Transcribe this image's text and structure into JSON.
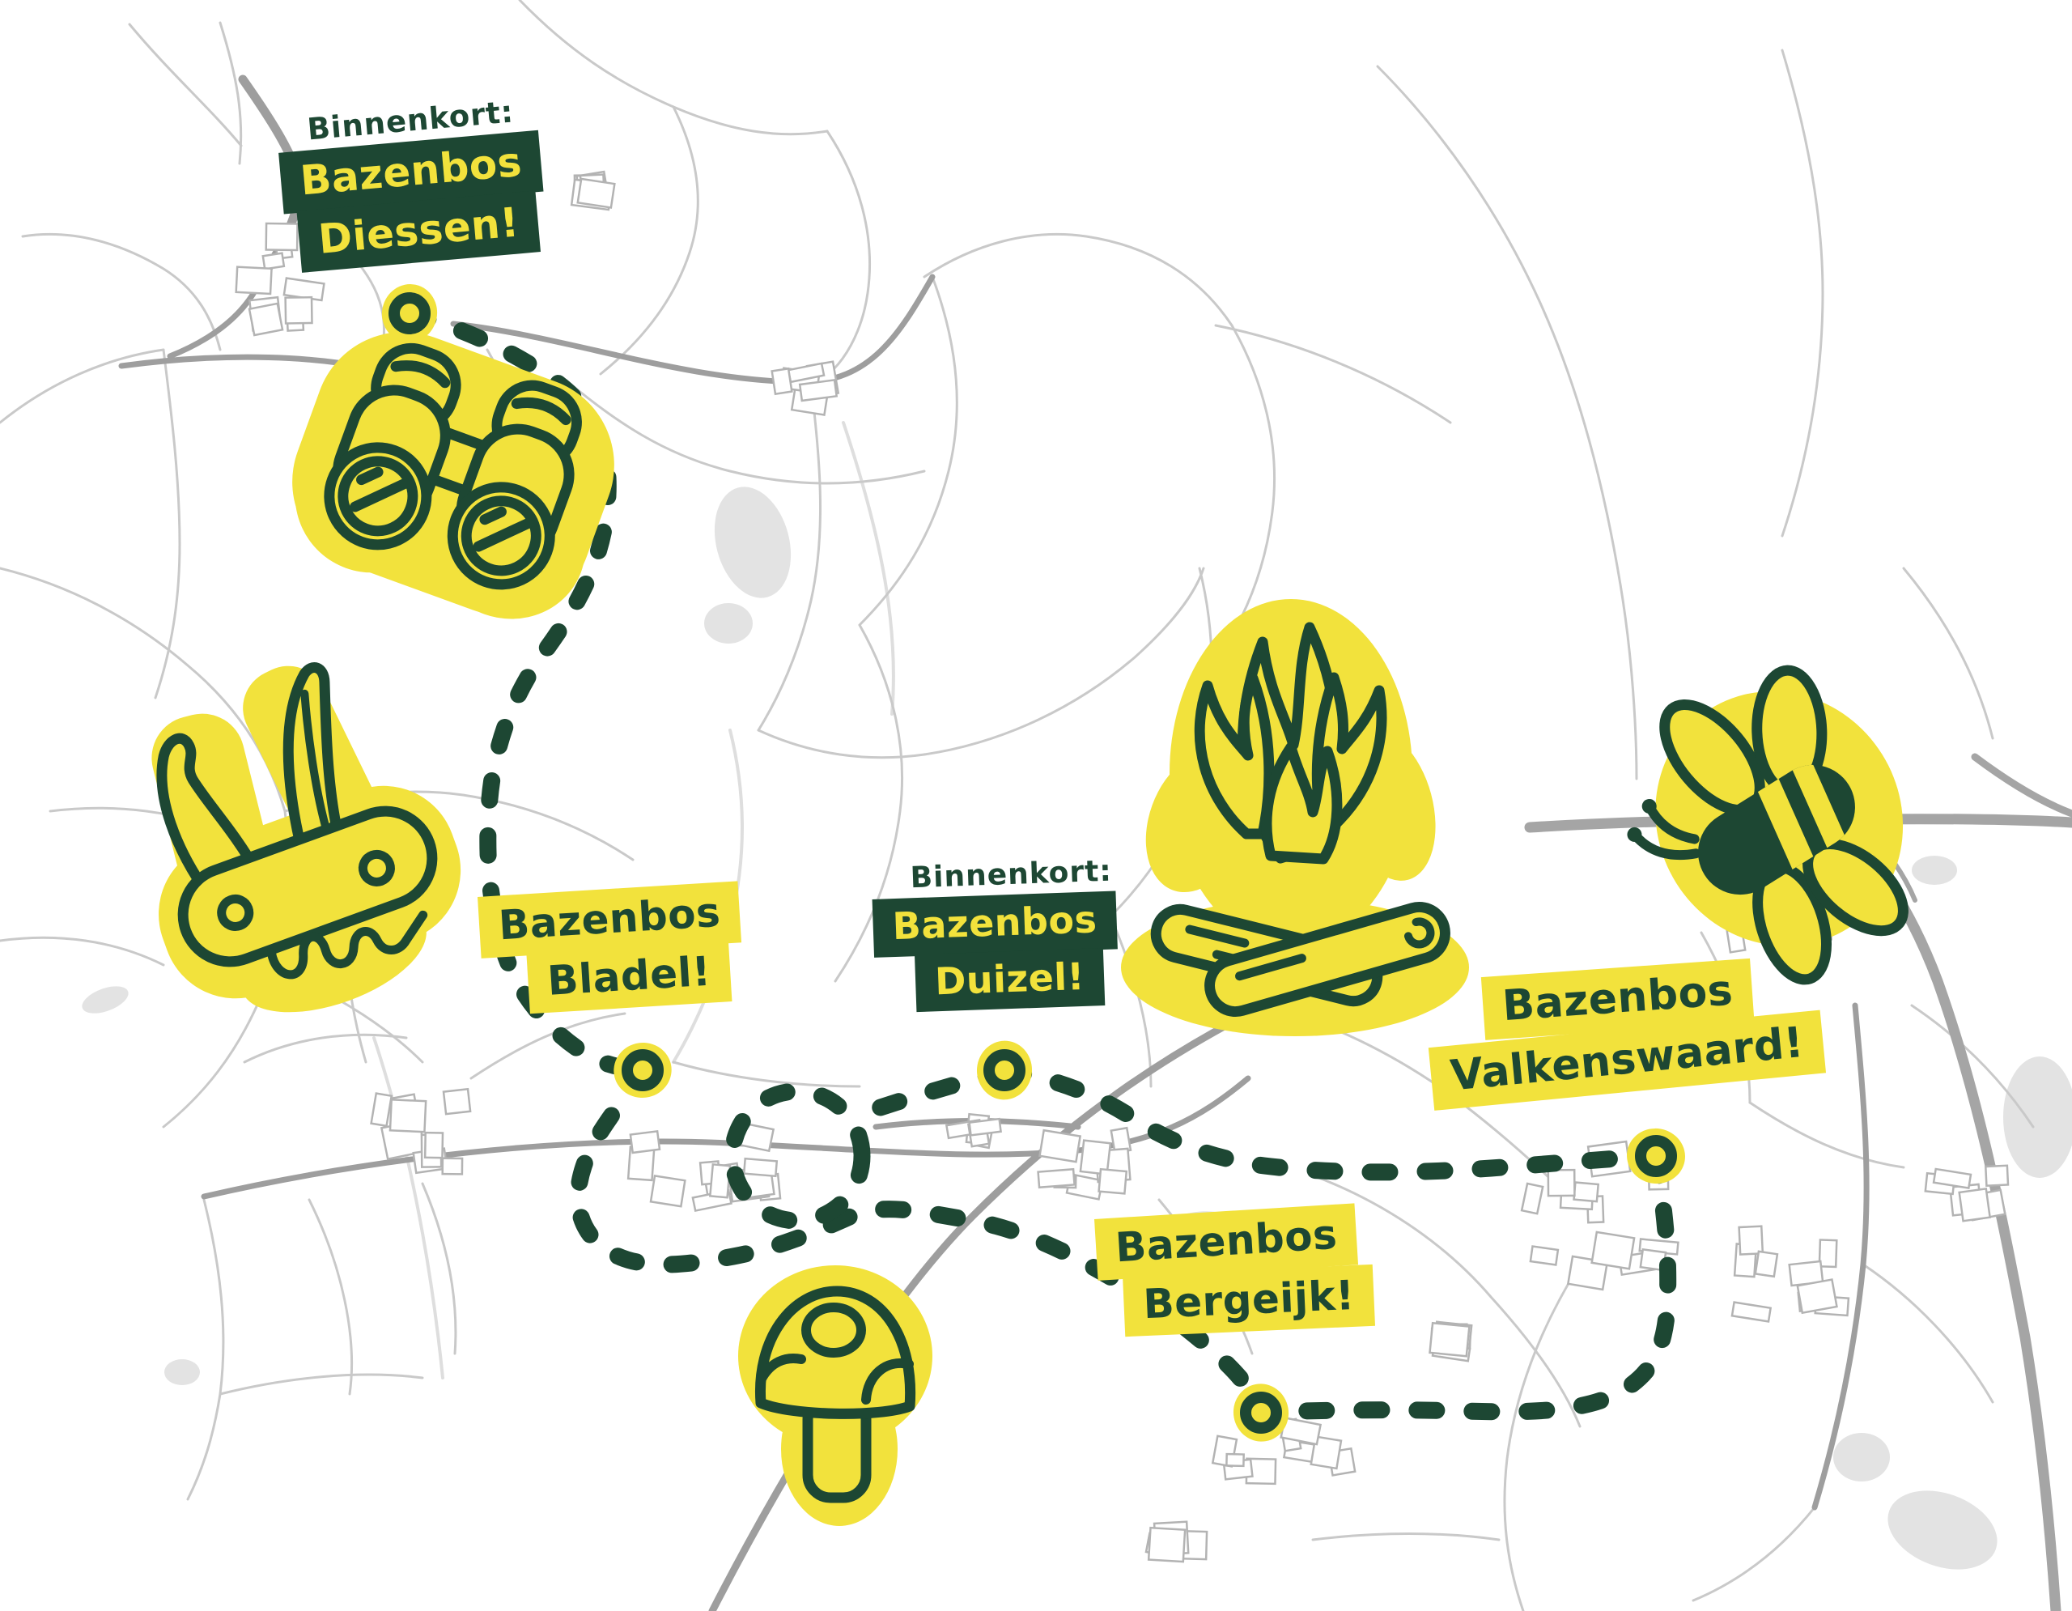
{
  "title": "Bazenbos locaties kaart",
  "colors": {
    "dark_green": "#1d4733",
    "yellow": "#f2e23c",
    "road_thin": "#c9c9c9",
    "road_medium": "#9e9e9e",
    "highway": "#a5a5a5",
    "forest_patch": "#e3e3e3",
    "background": "#ffffff"
  },
  "route": {
    "style": "dashed",
    "color": "#1d4733"
  },
  "locations": [
    {
      "id": "diessen",
      "prefix": "Binnenkort:",
      "line1": "Bazenbos",
      "line2": "Diessen!",
      "variant": "green-bar-coming-soon"
    },
    {
      "id": "bladel",
      "prefix": "",
      "line1": "Bazenbos",
      "line2": "Bladel!",
      "variant": "yellow-bar-open"
    },
    {
      "id": "duizel",
      "prefix": "Binnenkort:",
      "line1": "Bazenbos",
      "line2": "Duizel!",
      "variant": "green-bar-coming-soon"
    },
    {
      "id": "valkenswaard",
      "prefix": "",
      "line1": "Bazenbos",
      "line2": "Valkenswaard!",
      "variant": "yellow-bar-open"
    },
    {
      "id": "bergeijk",
      "prefix": "",
      "line1": "Bazenbos",
      "line2": "Bergeijk!",
      "variant": "yellow-bar-open"
    }
  ],
  "icons": [
    {
      "name": "binoculars-icon"
    },
    {
      "name": "pocket-knife-icon"
    },
    {
      "name": "campfire-icon"
    },
    {
      "name": "bee-icon"
    },
    {
      "name": "mushroom-icon"
    }
  ]
}
